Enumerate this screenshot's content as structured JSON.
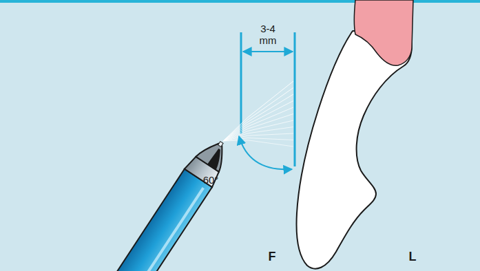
{
  "diagram": {
    "labels": [
      "3-4 mm",
      "60°",
      "F",
      "L"
    ]
  }
}
